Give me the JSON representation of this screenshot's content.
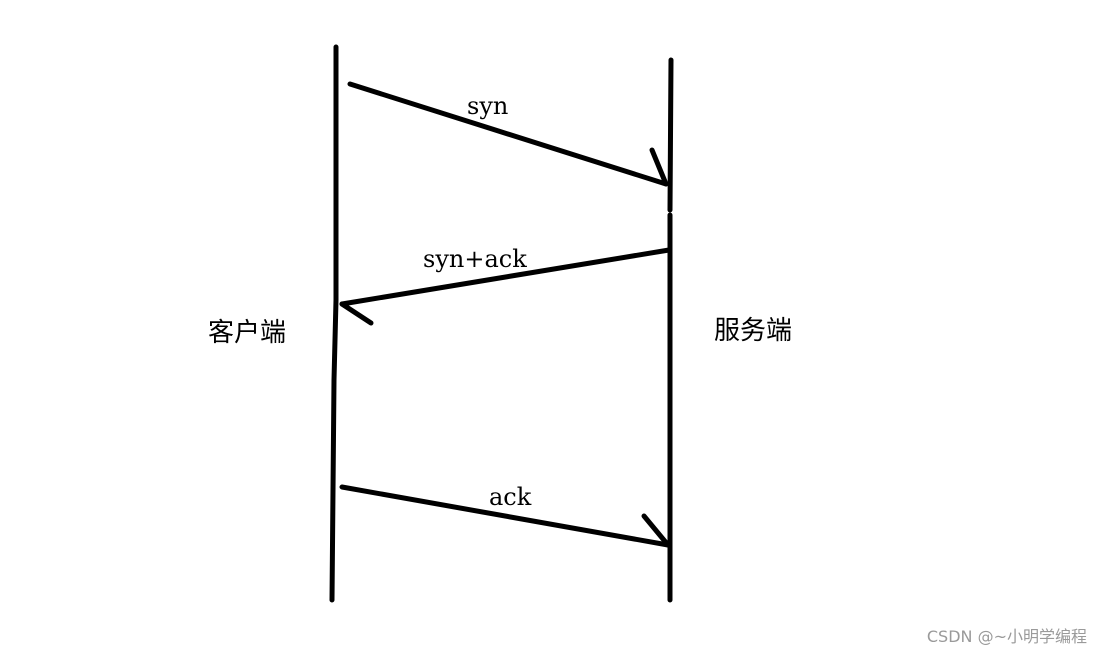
{
  "client_label": "客户端",
  "server_label": "服务端",
  "messages": [
    {
      "label": "syn",
      "direction": "client-to-server"
    },
    {
      "label": "syn+ack",
      "direction": "server-to-client"
    },
    {
      "label": "ack",
      "direction": "client-to-server"
    }
  ],
  "watermark": "CSDN @~小明学编程",
  "colors": {
    "stroke": "#000000",
    "watermark": "#9a9a9a"
  }
}
